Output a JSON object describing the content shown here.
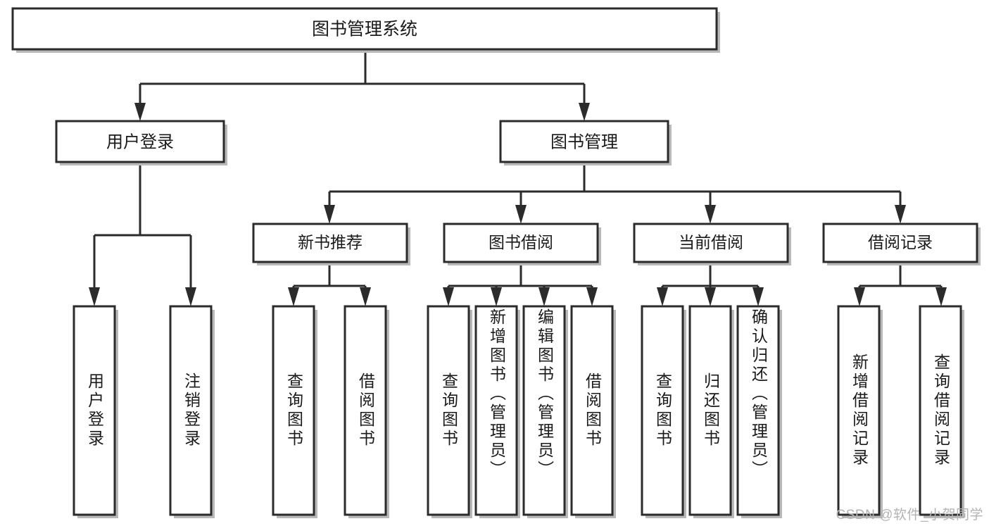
{
  "diagram": {
    "type": "tree-hierarchy",
    "title": "图书管理系统",
    "watermark": "CSDN @软件_小贺同学",
    "colors": {
      "stroke": "#2b2b2b",
      "fill": "#ffffff",
      "shadow": "#b9b9b9",
      "text": "#1a1a1a",
      "watermark": "#b3b3b3"
    },
    "levels": {
      "root": {
        "label": "图书管理系统"
      },
      "level2": [
        {
          "id": "user-login",
          "label": "用户登录"
        },
        {
          "id": "book-manage",
          "label": "图书管理"
        }
      ],
      "level3": [
        {
          "id": "new-book-recommend",
          "label": "新书推荐",
          "parent": "book-manage"
        },
        {
          "id": "book-borrow",
          "label": "图书借阅",
          "parent": "book-manage"
        },
        {
          "id": "current-borrow",
          "label": "当前借阅",
          "parent": "book-manage"
        },
        {
          "id": "borrow-record",
          "label": "借阅记录",
          "parent": "book-manage"
        }
      ],
      "leaves": [
        {
          "id": "leaf-user-login",
          "label": "用户登录",
          "parent": "user-login"
        },
        {
          "id": "leaf-user-logout",
          "label": "注销登录",
          "parent": "user-login"
        },
        {
          "id": "leaf-query-book-1",
          "label": "查询图书",
          "parent": "new-book-recommend"
        },
        {
          "id": "leaf-borrow-book-1",
          "label": "借阅图书",
          "parent": "new-book-recommend"
        },
        {
          "id": "leaf-query-book-2",
          "label": "查询图书",
          "parent": "book-borrow"
        },
        {
          "id": "leaf-add-book",
          "label": "新增图书（管理员）",
          "parent": "book-borrow"
        },
        {
          "id": "leaf-edit-book",
          "label": "编辑图书（管理员）",
          "parent": "book-borrow"
        },
        {
          "id": "leaf-borrow-book-2",
          "label": "借阅图书",
          "parent": "book-borrow"
        },
        {
          "id": "leaf-query-book-3",
          "label": "查询图书",
          "parent": "current-borrow"
        },
        {
          "id": "leaf-return-book",
          "label": "归还图书",
          "parent": "current-borrow"
        },
        {
          "id": "leaf-confirm-return",
          "label": "确认归还（管理员）",
          "parent": "current-borrow"
        },
        {
          "id": "leaf-add-record",
          "label": "新增借阅记录",
          "parent": "borrow-record"
        },
        {
          "id": "leaf-query-record",
          "label": "查询借阅记录",
          "parent": "borrow-record"
        }
      ]
    }
  }
}
